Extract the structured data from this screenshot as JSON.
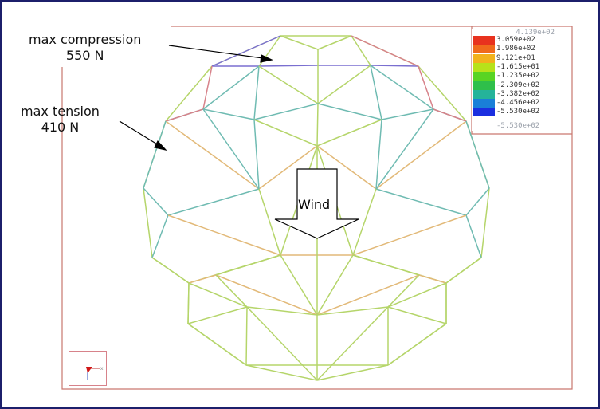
{
  "annotations": {
    "max_compression": {
      "title": "max compression",
      "value": "550 N"
    },
    "max_tension": {
      "title": "max tension",
      "value": "410 N"
    },
    "wind": "Wind"
  },
  "legend": {
    "max_label": "4.139e+02",
    "min_label": "-5.530e+02",
    "entries": [
      {
        "label": "3.059e+02",
        "color": "#e8321e"
      },
      {
        "label": "1.986e+02",
        "color": "#f06a1c"
      },
      {
        "label": "9.121e+01",
        "color": "#f2b21c"
      },
      {
        "label": "-1.615e+01",
        "color": "#b7e21a"
      },
      {
        "label": "-1.235e+02",
        "color": "#58d423"
      },
      {
        "label": "-2.309e+02",
        "color": "#2fbf4a"
      },
      {
        "label": "-3.382e+02",
        "color": "#25b39a"
      },
      {
        "label": "-4.456e+02",
        "color": "#1a7fd8"
      },
      {
        "label": "-5.530e+02",
        "color": "#1b2fe0"
      }
    ]
  },
  "colors": {
    "frame": "#1c1f6b",
    "viewport_border": "#c9776f",
    "dome_default": "#b5d56a",
    "compression": "#7a6fd0",
    "tension": "#d7828a",
    "tension_ring": "#e2b978",
    "teal": "#6fbbb2"
  },
  "icons": {
    "axis": "axis-triad-icon",
    "wind": "down-arrow-icon"
  }
}
